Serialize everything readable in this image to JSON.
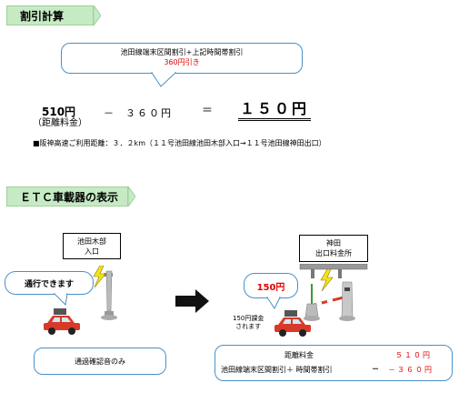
{
  "section1": {
    "header": "割引計算",
    "bubble_line1": "池田線端末区間割引+上記時間帯割引",
    "bubble_line2": "360円引き",
    "calc": {
      "amount_left": "510円",
      "amount_left_note": "（距離料金）",
      "minus": "－",
      "discount": "３６０円",
      "equals": "＝",
      "result": "１５０円"
    },
    "route_note": "■阪神高速ご利用距離：３．２km（１１号池田線池田木部入口→１１号池田線神田出口）"
  },
  "section2": {
    "header": "ＥＴＣ車載器の表示",
    "left_sign": [
      "池田木部",
      "入口"
    ],
    "left_bubble": "通行できます",
    "left_bottom_box": "通過確認音のみ",
    "right_sign": [
      "神田",
      "出口料金所"
    ],
    "right_bubble": "150円",
    "right_billed": [
      "150円課金",
      "されます"
    ],
    "right_bottom": {
      "row1_label": "距離料金",
      "row1_value": "５１０円",
      "row2_label": "池田線端末区間割引＋ 時間帯割引",
      "row2_op": "－",
      "row2_value": "－３６０円"
    }
  },
  "colors": {
    "header_bg": "#c6ebc4",
    "accent_red": "#e00000",
    "bubble_border": "#4a90c8"
  }
}
